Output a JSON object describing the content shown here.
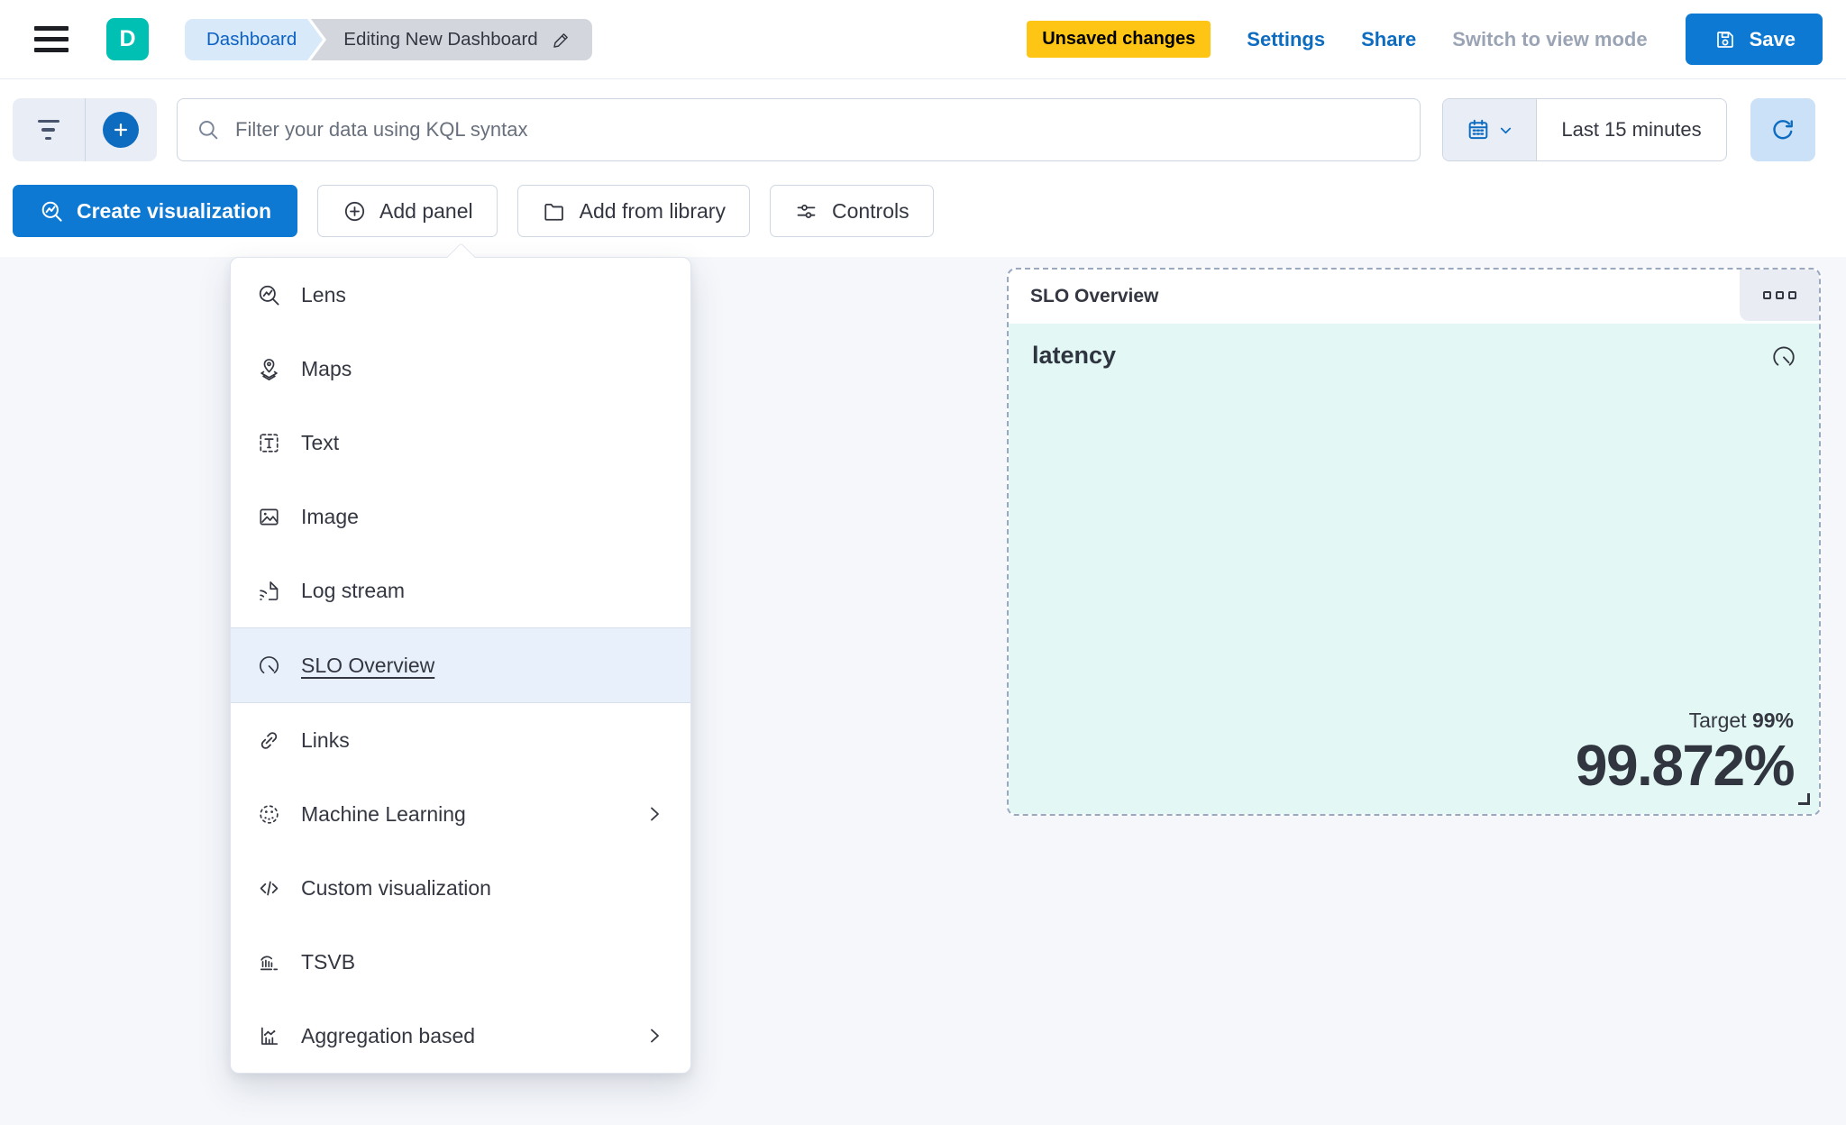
{
  "header": {
    "logo_letter": "D",
    "breadcrumb_dashboard": "Dashboard",
    "breadcrumb_current": "Editing New Dashboard",
    "unsaved_badge": "Unsaved changes",
    "settings_link": "Settings",
    "share_link": "Share",
    "view_mode_label": "Switch to view mode",
    "save_button": "Save"
  },
  "query_bar": {
    "search_placeholder": "Filter your data using KQL syntax",
    "time_range": "Last 15 minutes"
  },
  "toolbar": {
    "create_visualization": "Create visualization",
    "add_panel": "Add panel",
    "add_from_library": "Add from library",
    "controls": "Controls"
  },
  "add_panel_menu": {
    "items": [
      {
        "label": "Lens",
        "icon": "lens-icon"
      },
      {
        "label": "Maps",
        "icon": "maps-icon"
      },
      {
        "label": "Text",
        "icon": "text-icon"
      },
      {
        "label": "Image",
        "icon": "image-icon"
      },
      {
        "label": "Log stream",
        "icon": "log-stream-icon"
      },
      {
        "label": "SLO Overview",
        "icon": "slo-gauge-icon",
        "selected": true
      },
      {
        "label": "Links",
        "icon": "links-icon"
      },
      {
        "label": "Machine Learning",
        "icon": "machine-learning-icon",
        "has_submenu": true
      },
      {
        "label": "Custom visualization",
        "icon": "code-icon"
      },
      {
        "label": "TSVB",
        "icon": "tsvb-icon"
      },
      {
        "label": "Aggregation based",
        "icon": "aggregation-icon",
        "has_submenu": true
      }
    ]
  },
  "slo_panel": {
    "title": "SLO Overview",
    "slo_name": "latency",
    "target_label": "Target",
    "target_value": "99%",
    "observed_value": "99.872%"
  },
  "colors": {
    "primary_blue": "#0d79d2",
    "link_blue": "#0d6cc0",
    "badge_yellow": "#fec514",
    "logo_teal": "#00bfb3",
    "panel_mint": "#e3f8f4",
    "menu_highlight": "#e8f1fb",
    "text_dark": "#343741",
    "canvas_bg": "#f5f7fb"
  }
}
